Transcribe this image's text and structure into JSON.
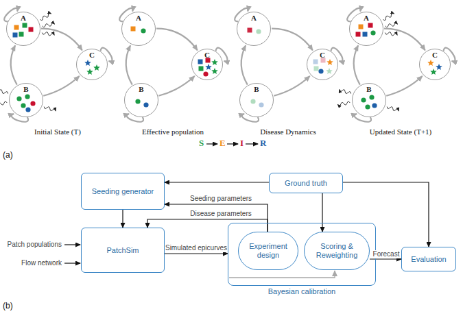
{
  "diagram": {
    "nodes": [
      {
        "text": [
          "A"
        ]
      },
      {
        "text": [
          "B"
        ]
      },
      {
        "text": [
          "C"
        ]
      },
      {
        "text": [
          "A"
        ]
      },
      {
        "text": [
          "B"
        ]
      },
      {
        "text": [
          "C"
        ]
      },
      {
        "text": [
          "A"
        ]
      },
      {
        "text": [
          "B"
        ]
      },
      {
        "text": [
          "C"
        ]
      },
      {
        "text": [
          "A"
        ]
      },
      {
        "text": [
          "B"
        ]
      },
      {
        "text": [
          "C"
        ]
      },
      {
        "text": [
          "Seeding generator"
        ]
      },
      {
        "text": [
          "Ground truth"
        ]
      },
      {
        "text": [
          "PatchSim"
        ]
      },
      {
        "text": [
          "Bayesian calibration"
        ]
      },
      {
        "text": [
          "Experiment design"
        ],
        "in": 15
      },
      {
        "text": [
          "Scoring & Reweighting"
        ],
        "in": 15
      },
      {
        "text": [
          "Evaluation"
        ]
      }
    ],
    "edges": [
      {
        "from": 1,
        "to": 0,
        "arrow": "to"
      },
      {
        "from": 0,
        "to": 2,
        "arrow": "to"
      },
      {
        "from": 1,
        "to": 2,
        "arrow": "to"
      },
      {
        "from": 4,
        "to": 3,
        "arrow": "to"
      },
      {
        "from": 3,
        "to": 5,
        "arrow": "to"
      },
      {
        "from": 4,
        "to": 5,
        "arrow": "to"
      },
      {
        "from": 7,
        "to": 6,
        "arrow": "to"
      },
      {
        "from": 6,
        "to": 8,
        "arrow": "to"
      },
      {
        "from": 7,
        "to": 8,
        "arrow": "to"
      },
      {
        "from": 10,
        "to": 9,
        "arrow": "to"
      },
      {
        "from": 9,
        "to": 11,
        "arrow": "to"
      },
      {
        "from": 10,
        "to": 11,
        "arrow": "to"
      },
      {
        "from": 13,
        "to": 12,
        "arrow": "to"
      },
      {
        "from": 12,
        "to": 14,
        "arrow": "to"
      },
      {
        "from": 13,
        "to": 18,
        "arrow": "to"
      },
      {
        "from": 13,
        "to": 17,
        "arrow": "to"
      },
      {
        "from": 16,
        "to": 12,
        "label": "Seeding parameters",
        "arrow": "to"
      },
      {
        "from": 16,
        "to": 14,
        "label": "Disease parameters",
        "arrow": "to"
      },
      {
        "from": 14,
        "to": 15,
        "label": "Simulated epicurves",
        "arrow": "to"
      },
      {
        "from": 17,
        "to": 18,
        "label": "Forecast",
        "arrow": "to"
      }
    ],
    "labels": [
      "Initial State (T)",
      "Effective population",
      "Disease Dynamics",
      "Updated State (T+1)",
      "S",
      "E",
      "I",
      "R",
      "(a)",
      "Patch populations",
      "Flow network",
      "(b)"
    ]
  }
}
